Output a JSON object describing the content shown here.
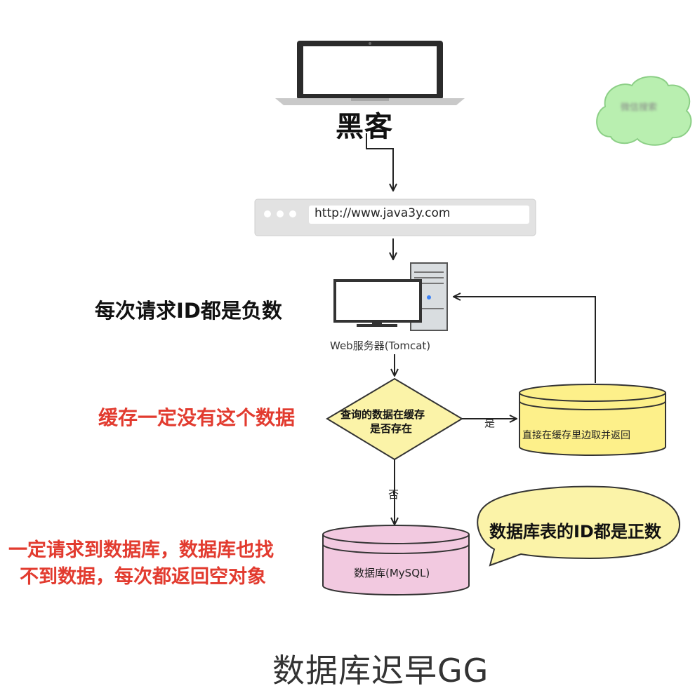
{
  "nodes": {
    "hacker": "黑客",
    "url": "http://www.java3y.com",
    "server": "Web服务器(Tomcat)",
    "decision": {
      "line1": "查询的数据在缓存",
      "line2": "是否存在"
    },
    "cache": "直接在缓存里边取并返回",
    "database": "数据库(MySQL)"
  },
  "edges": {
    "yes": "是",
    "no": "否"
  },
  "notes": {
    "negative_id": "每次请求ID都是负数",
    "cache_miss": "缓存一定没有这个数据",
    "db_line1": "一定请求到数据库，数据库也找",
    "db_line2": "不到数据，每次都返回空对象",
    "positive_id": "数据库表的ID都是正数"
  },
  "conclusion": "数据库迟早GG",
  "watermark": "微信搜索",
  "colors": {
    "red_note": "#e23b2f",
    "decision_fill": "#fbf3a8",
    "cache_fill": "#fdf08a",
    "db_fill": "#f2c9e0",
    "cloud_fill": "#b9efb0"
  }
}
